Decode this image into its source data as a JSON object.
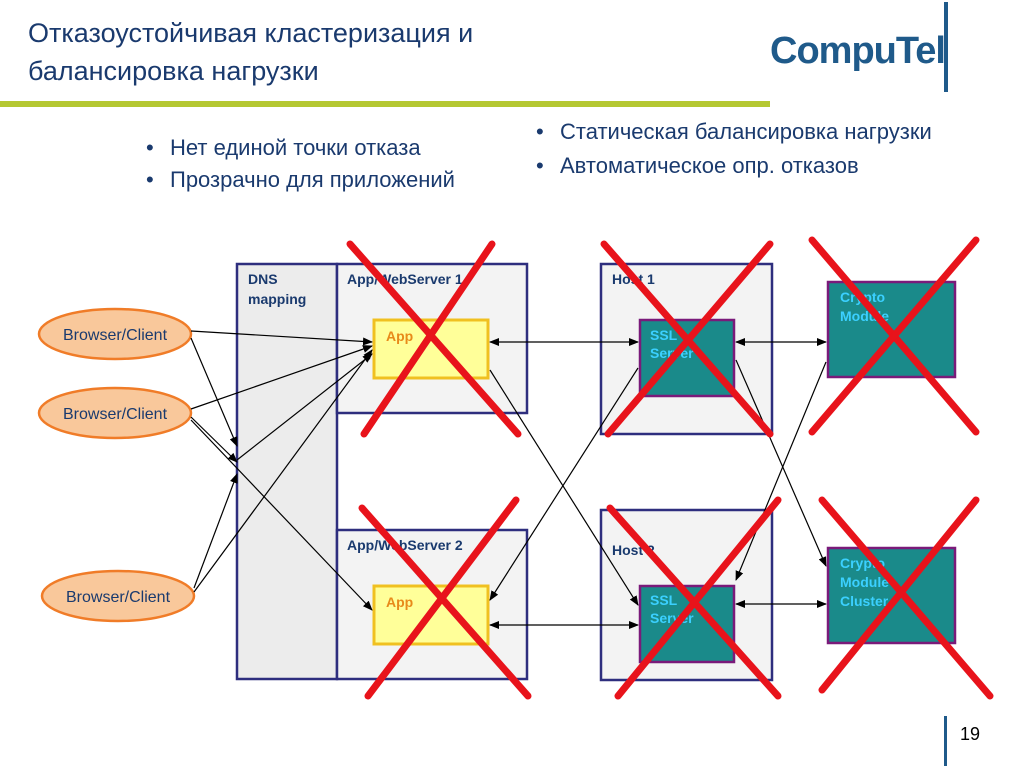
{
  "title": "Отказоустойчивая кластеризация и балансировка нагрузки",
  "logo": "CompuTel",
  "bullets_left": [
    "Нет единой точки отказа",
    "Прозрачно для приложений"
  ],
  "bullets_right": [
    "Статическая балансировка нагрузки",
    "Автоматическое опр. отказов"
  ],
  "diagram": {
    "clients": [
      "Browser/Client",
      "Browser/Client",
      "Browser/Client"
    ],
    "dns_label_1": "DNS",
    "dns_label_2": "mapping",
    "webserver_1": "App/WebServer 1",
    "webserver_2": "App/WebServer 2",
    "app_1": "App",
    "app_2": "App",
    "host_1": "Host 1",
    "host_2": "Host 2",
    "ssl_1_line1": "SSL",
    "ssl_1_line2": "Server",
    "ssl_2_line1": "SSL",
    "ssl_2_line2": "Server",
    "crypto_1_line1": "Crypto",
    "crypto_1_line2": "Module",
    "crypto_2_line1": "Crypto",
    "crypto_2_line2": "Module",
    "crypto_2_line3": "Cluster"
  },
  "page_number": "19",
  "colors": {
    "title": "#1a3a6e",
    "accent_rule": "#b5c832",
    "box_border": "#2e2e7e",
    "client_fill": "#f9c89b",
    "client_border": "#f07c28",
    "app_fill": "#ffff99",
    "app_border": "#f0c020",
    "ssl_fill": "#1a8a8a",
    "crypto_border": "#7a1a7a",
    "cross": "#e8131b"
  }
}
